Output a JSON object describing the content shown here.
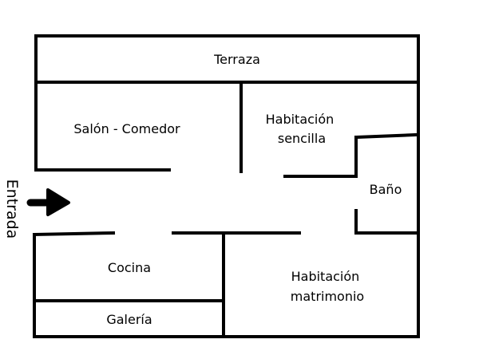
{
  "rooms": {
    "terraza": "Terraza",
    "salon_comedor": "Salón - Comedor",
    "habitacion_sencilla": [
      "Habitación",
      "sencilla"
    ],
    "bano": "Baño",
    "cocina": "Cocina",
    "habitacion_matrimonio": [
      "Habitación",
      "matrimonio"
    ],
    "galeria": "Galería"
  },
  "entrance": {
    "label": "Entrada"
  },
  "colors": {
    "walls": "#000000",
    "background": "#ffffff"
  }
}
